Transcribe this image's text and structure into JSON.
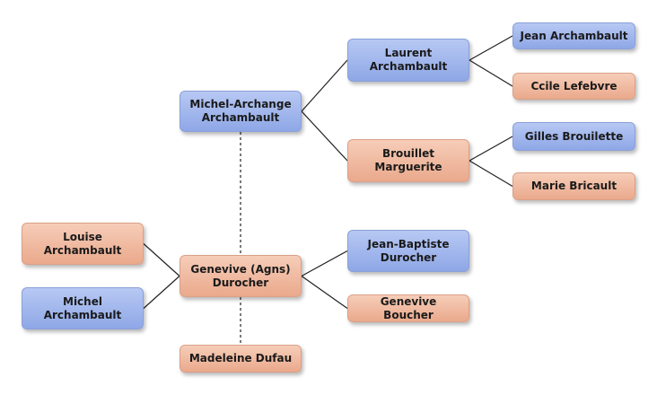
{
  "diagram": {
    "colors": {
      "male": "#9bb1ea",
      "female": "#eeb196",
      "line": "#222222"
    },
    "nodes": [
      {
        "id": "michel_archange",
        "label": "Michel-Archange\nArchambault",
        "sex": "male"
      },
      {
        "id": "laurent",
        "label": "Laurent\nArchambault",
        "sex": "male"
      },
      {
        "id": "brouillet",
        "label": "Brouillet\nMarguerite",
        "sex": "female"
      },
      {
        "id": "jean",
        "label": "Jean Archambault",
        "sex": "male"
      },
      {
        "id": "ccile",
        "label": "Ccile Lefebvre",
        "sex": "female"
      },
      {
        "id": "gilles",
        "label": "Gilles Brouilette",
        "sex": "male"
      },
      {
        "id": "marie",
        "label": "Marie Bricault",
        "sex": "female"
      },
      {
        "id": "genevive_agns",
        "label": "Genevive (Agns)\nDurocher",
        "sex": "female"
      },
      {
        "id": "louise",
        "label": "Louise\nArchambault",
        "sex": "female"
      },
      {
        "id": "michel",
        "label": "Michel\nArchambault",
        "sex": "male"
      },
      {
        "id": "jean_baptiste",
        "label": "Jean-Baptiste\nDurocher",
        "sex": "male"
      },
      {
        "id": "genevive_boucher",
        "label": "Genevive Boucher",
        "sex": "female"
      },
      {
        "id": "madeleine",
        "label": "Madeleine Dufau",
        "sex": "female"
      }
    ],
    "parent_links": [
      {
        "child": "michel_archange",
        "parent": "laurent"
      },
      {
        "child": "michel_archange",
        "parent": "brouillet"
      },
      {
        "child": "laurent",
        "parent": "jean"
      },
      {
        "child": "laurent",
        "parent": "ccile"
      },
      {
        "child": "brouillet",
        "parent": "gilles"
      },
      {
        "child": "brouillet",
        "parent": "marie"
      },
      {
        "child": "genevive_agns",
        "parent": "jean_baptiste"
      },
      {
        "child": "genevive_agns",
        "parent": "genevive_boucher"
      },
      {
        "child": "louise",
        "parent": "genevive_agns"
      },
      {
        "child": "michel",
        "parent": "genevive_agns"
      }
    ],
    "spouse_links": [
      {
        "a": "michel_archange",
        "b": "genevive_agns"
      },
      {
        "a": "genevive_agns",
        "b": "madeleine"
      }
    ]
  }
}
